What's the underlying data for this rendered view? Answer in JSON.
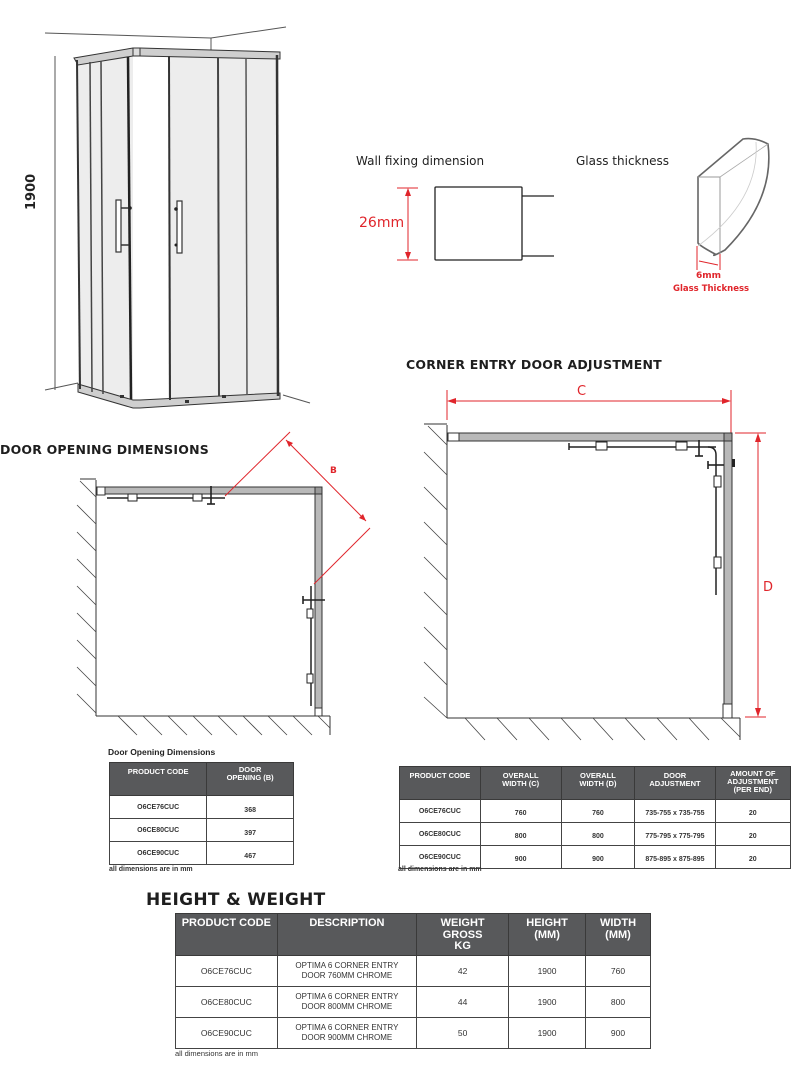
{
  "shower_illustration": {
    "height_label": "1900"
  },
  "wall_fixing": {
    "title": "Wall fixing dimension",
    "dimension": "26mm"
  },
  "glass": {
    "title": "Glass thickness",
    "dimension": "6mm",
    "caption": "Glass Thickness"
  },
  "door_opening_diagram": {
    "title": "DOOR OPENING DIMENSIONS",
    "dimension_label": "B"
  },
  "corner_entry_diagram": {
    "title": "CORNER ENTRY DOOR ADJUSTMENT",
    "width_label": "C",
    "depth_label": "D"
  },
  "colors": {
    "dimension_red": "#e0252b",
    "table_header": "#58595b",
    "frame_grey": "#b9b9b9"
  },
  "door_opening_table": {
    "title": "Door Opening Dimensions",
    "headers": [
      "PRODUCT CODE",
      "DOOR OPENING (B)"
    ],
    "rows": [
      [
        "O6CE76CUC",
        "368"
      ],
      [
        "O6CE80CUC",
        "397"
      ],
      [
        "O6CE90CUC",
        "467"
      ]
    ],
    "note": "all dimensions are in mm"
  },
  "adjustment_table": {
    "headers": [
      "PRODUCT CODE",
      "OVERALL WIDTH (C)",
      "OVERALL WIDTH (D)",
      "DOOR ADJUSTMENT",
      "AMOUNT OF ADJUSTMENT (PER END)"
    ],
    "rows": [
      [
        "O6CE76CUC",
        "760",
        "760",
        "735-755 x 735-755",
        "20"
      ],
      [
        "O6CE80CUC",
        "800",
        "800",
        "775-795 x 775-795",
        "20"
      ],
      [
        "O6CE90CUC",
        "900",
        "900",
        "875-895 x 875-895",
        "20"
      ]
    ],
    "note": "all dimensions are in mm"
  },
  "height_weight": {
    "title": "HEIGHT & WEIGHT",
    "headers": [
      "PRODUCT CODE",
      "DESCRIPTION",
      "WEIGHT GROSS KG",
      "HEIGHT (MM)",
      "WIDTH (MM)"
    ],
    "rows": [
      [
        "O6CE76CUC",
        "OPTIMA 6 CORNER ENTRY DOOR 760MM CHROME",
        "42",
        "1900",
        "760"
      ],
      [
        "O6CE80CUC",
        "OPTIMA 6 CORNER ENTRY DOOR 800MM CHROME",
        "44",
        "1900",
        "800"
      ],
      [
        "O6CE90CUC",
        "OPTIMA 6 CORNER ENTRY DOOR 900MM CHROME",
        "50",
        "1900",
        "900"
      ]
    ],
    "note": "all dimensions are in mm"
  }
}
